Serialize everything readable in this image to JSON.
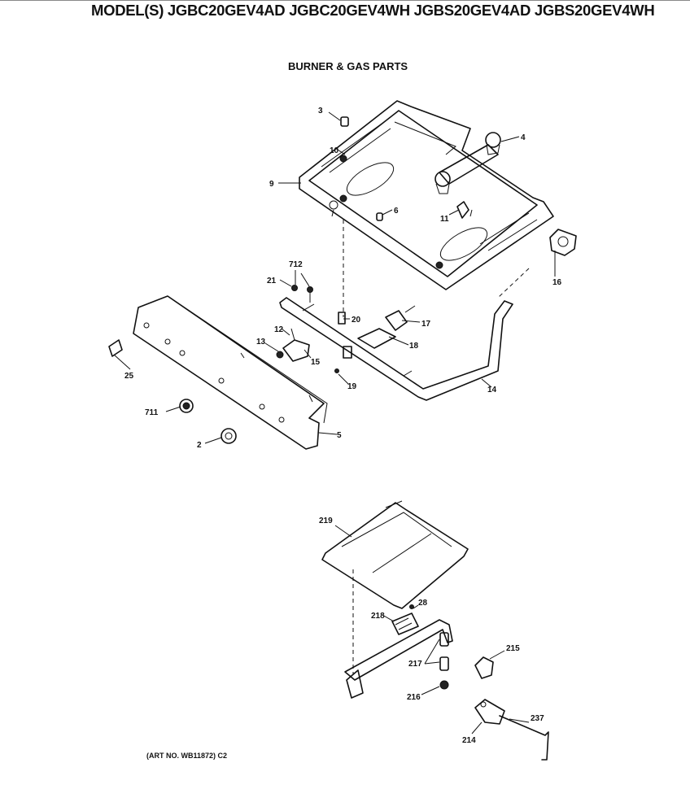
{
  "header": {
    "title": "MODEL(S) JGBC20GEV4AD  JGBC20GEV4WH  JGBS20GEV4AD  JGBS20GEV4WH",
    "subtitle": "BURNER & GAS PARTS"
  },
  "footer": {
    "art_number": "(ART NO. WB11872) C2"
  },
  "callouts": {
    "p3": "3",
    "p4": "4",
    "p10": "10",
    "p9": "9",
    "p6": "6",
    "p11": "11",
    "p16": "16",
    "p712": "712",
    "p21": "21",
    "p12": "12",
    "p13": "13",
    "p15": "15",
    "p20": "20",
    "p17": "17",
    "p18": "18",
    "p19": "19",
    "p14": "14",
    "p25": "25",
    "p711": "711",
    "p2": "2",
    "p5": "5",
    "p219": "219",
    "p28": "28",
    "p218": "218",
    "p217": "217",
    "p215": "215",
    "p216": "216",
    "p237": "237",
    "p214": "214"
  }
}
